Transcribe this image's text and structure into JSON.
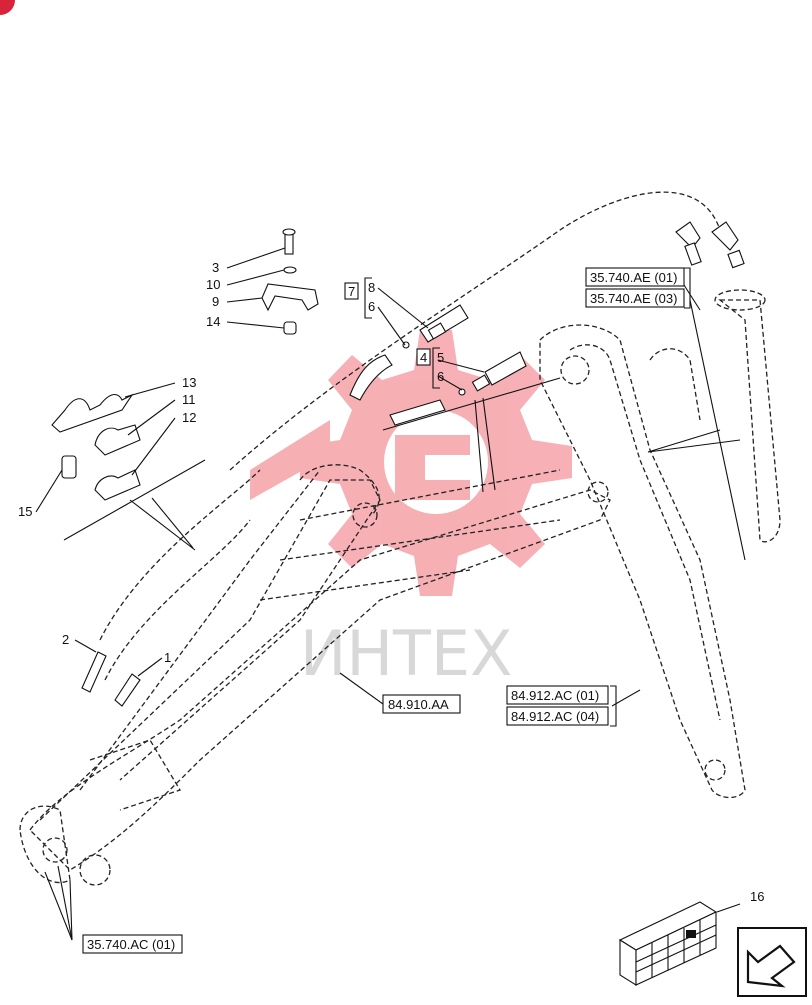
{
  "callouts": {
    "n1": "1",
    "n2": "2",
    "n3": "3",
    "n4": "4",
    "n5": "5",
    "n6a": "6",
    "n6b": "6",
    "n7": "7",
    "n8": "8",
    "n9": "9",
    "n10": "10",
    "n11": "11",
    "n12": "12",
    "n13": "13",
    "n14": "14",
    "n15": "15",
    "n16": "16"
  },
  "references": {
    "r_ae1": "35.740.AE (01)",
    "r_ae3": "35.740.AE (03)",
    "r_910": "84.910.AA",
    "r_912_1": "84.912.AC (01)",
    "r_912_4": "84.912.AC (04)",
    "r_ac1": "35.740.AC (01)"
  },
  "watermark": {
    "text": "ИНТЕХ",
    "color": "#e8303a"
  },
  "colors": {
    "line": "#111111",
    "watermark_gear": "#f07078",
    "badge": "#d8243a"
  }
}
